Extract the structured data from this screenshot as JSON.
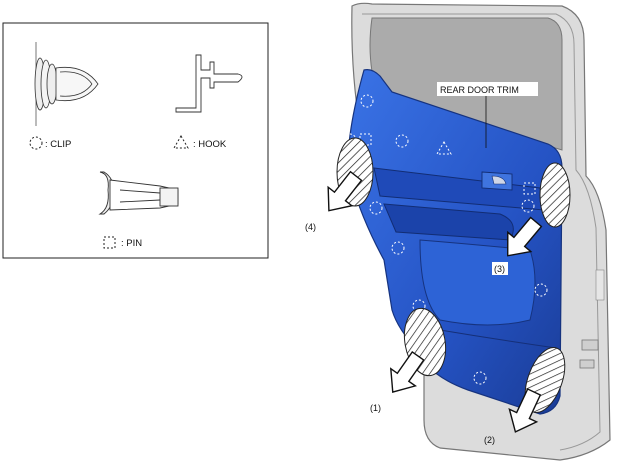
{
  "legend": {
    "clip_label": ": CLIP",
    "hook_label": ": HOOK",
    "pin_label": ": PIN"
  },
  "callouts": {
    "rear_door_trim": "REAR DOOR TRIM",
    "step_1": "(1)",
    "step_2": "(2)",
    "step_3": "(3)",
    "step_4": "(4)"
  },
  "colors": {
    "trim_blue": "#2b5fd0",
    "trim_dark": "#1c3f9a",
    "door_frame": "#d9d9d9",
    "window": "#a9a9a9"
  }
}
